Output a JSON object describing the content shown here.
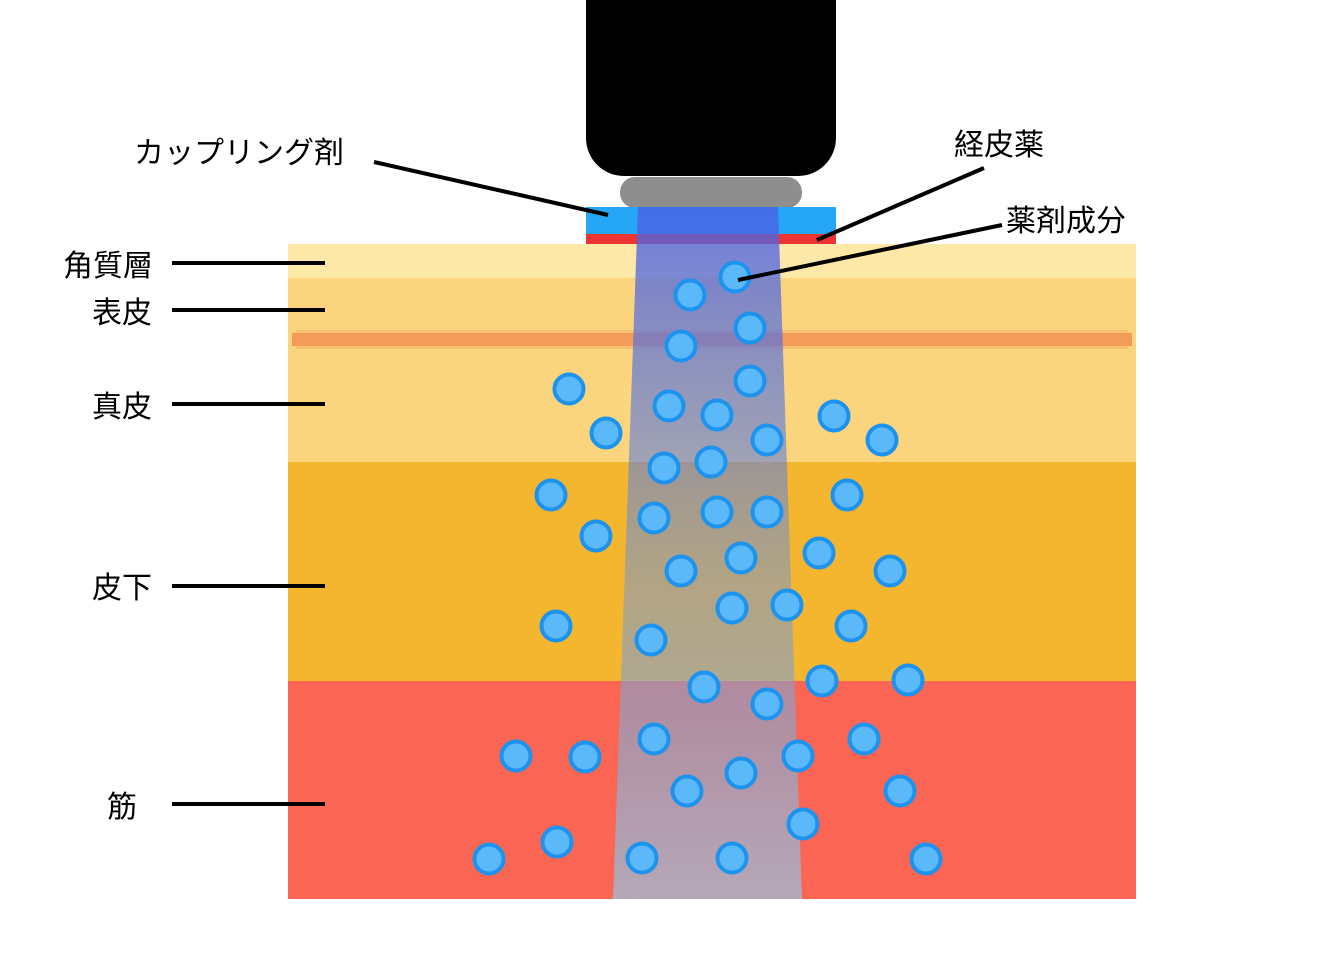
{
  "colors": {
    "stratum_corneum": "#FDE8A8",
    "epidermis_dermis": "#FBD57E",
    "basal_line": "#F39B58",
    "subcutis": "#F5B62F",
    "muscle": "#FA6554",
    "probe_body": "#000000",
    "probe_tip": "#8E8E8E",
    "coupling_gel": "#26A6F7",
    "patch": "#EE3333",
    "beam": "#4C63E0",
    "particle_fill": "#5BB9F9",
    "particle_stroke": "#1E93EE"
  },
  "icons": {
    "probe": "ultrasound-probe-icon",
    "particle": "drug-particle-icon"
  },
  "labels": {
    "coupling_agent": "カップリング剤",
    "transdermal_drug": "経皮薬",
    "drug_component": "薬剤成分",
    "stratum_corneum": "角質層",
    "epidermis": "表皮",
    "dermis": "真皮",
    "subcutis": "皮下",
    "muscle": "筋"
  }
}
